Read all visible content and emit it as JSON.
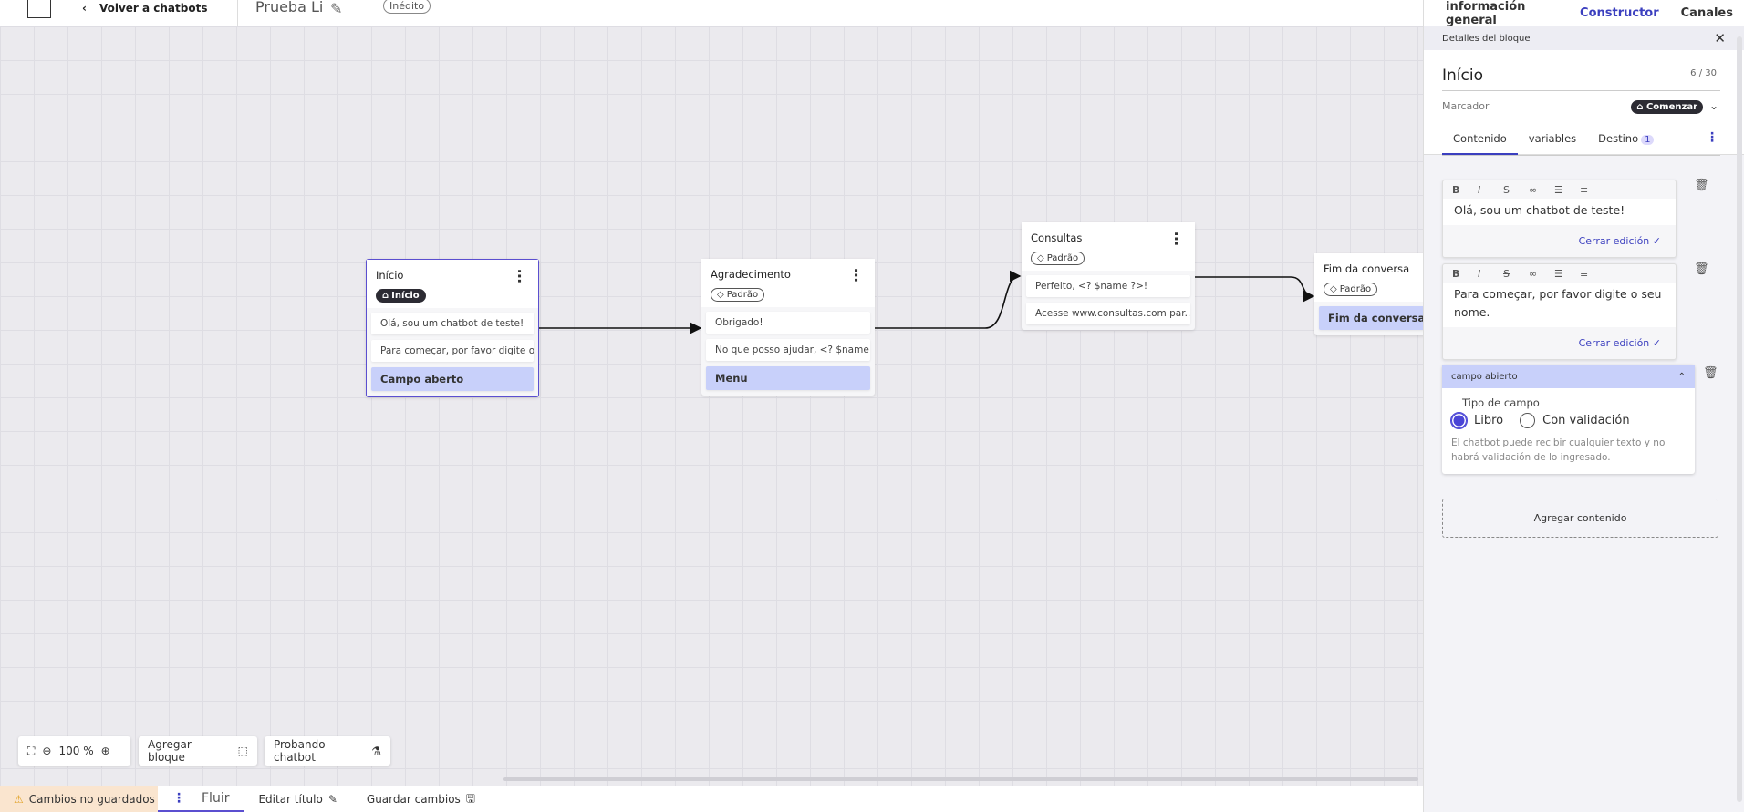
{
  "header": {
    "back_label": "Volver a chatbots",
    "title": "Prueba Li",
    "status": "Inédito"
  },
  "nodes": [
    {
      "title": "Início",
      "tag": "Início",
      "tag_style": "dark",
      "items": [
        "Olá, sou um chatbot de teste!",
        "Para começar, por favor digite o ..."
      ],
      "input": "Campo aberto"
    },
    {
      "title": "Agradecimento",
      "tag": "Padrão",
      "tag_style": "outline",
      "items": [
        "Obrigado!",
        "No que posso ajudar, <? $name ..."
      ],
      "input": "Menu"
    },
    {
      "title": "Consultas",
      "tag": "Padrão",
      "tag_style": "outline",
      "items": [
        "Perfeito, <? $name ?>!",
        "Acesse www.consultas.com par..."
      ],
      "input": null
    },
    {
      "title": "Fim da conversa",
      "tag": "Padrão",
      "tag_style": "outline",
      "items": [],
      "input": "Fim da conversa"
    }
  ],
  "toolbar": {
    "zoom": "100 %",
    "add_block": "Agregar bloque",
    "testing": "Probando chatbot"
  },
  "bottombar": {
    "unsaved": "Cambios no guardados",
    "flow": "Fluir",
    "edit_title": "Editar título",
    "save": "Guardar cambios"
  },
  "panel": {
    "tabs": [
      "información general",
      "Constructor",
      "Canales"
    ],
    "active_tab": "Constructor",
    "details_title": "Detalles del bloque",
    "block_name": "Início",
    "char_count": "6 / 30",
    "marker_label": "Marcador",
    "marker_value": "Comenzar",
    "inner_tabs": [
      "Contenido",
      "variables",
      "Destino"
    ],
    "destination_count": "1",
    "messages": [
      {
        "text": "Olá, sou um chatbot de teste!",
        "close": "Cerrar edición"
      },
      {
        "text": "Para começar, por favor digite o seu nome.",
        "close": "Cerrar edición"
      }
    ],
    "field": {
      "title": "campo abierto",
      "type_label": "Tipo de campo",
      "options": [
        "Libro",
        "Con validación"
      ],
      "selected": "Libro",
      "help": "El chatbot puede recibir cualquier texto y no habrá validación de lo ingresado."
    },
    "add_content": "Agregar contenido"
  },
  "colors": {
    "accent": "#3b3fbf",
    "input_block": "#c8d0fa",
    "unsaved_bg": "#fae5cf"
  }
}
